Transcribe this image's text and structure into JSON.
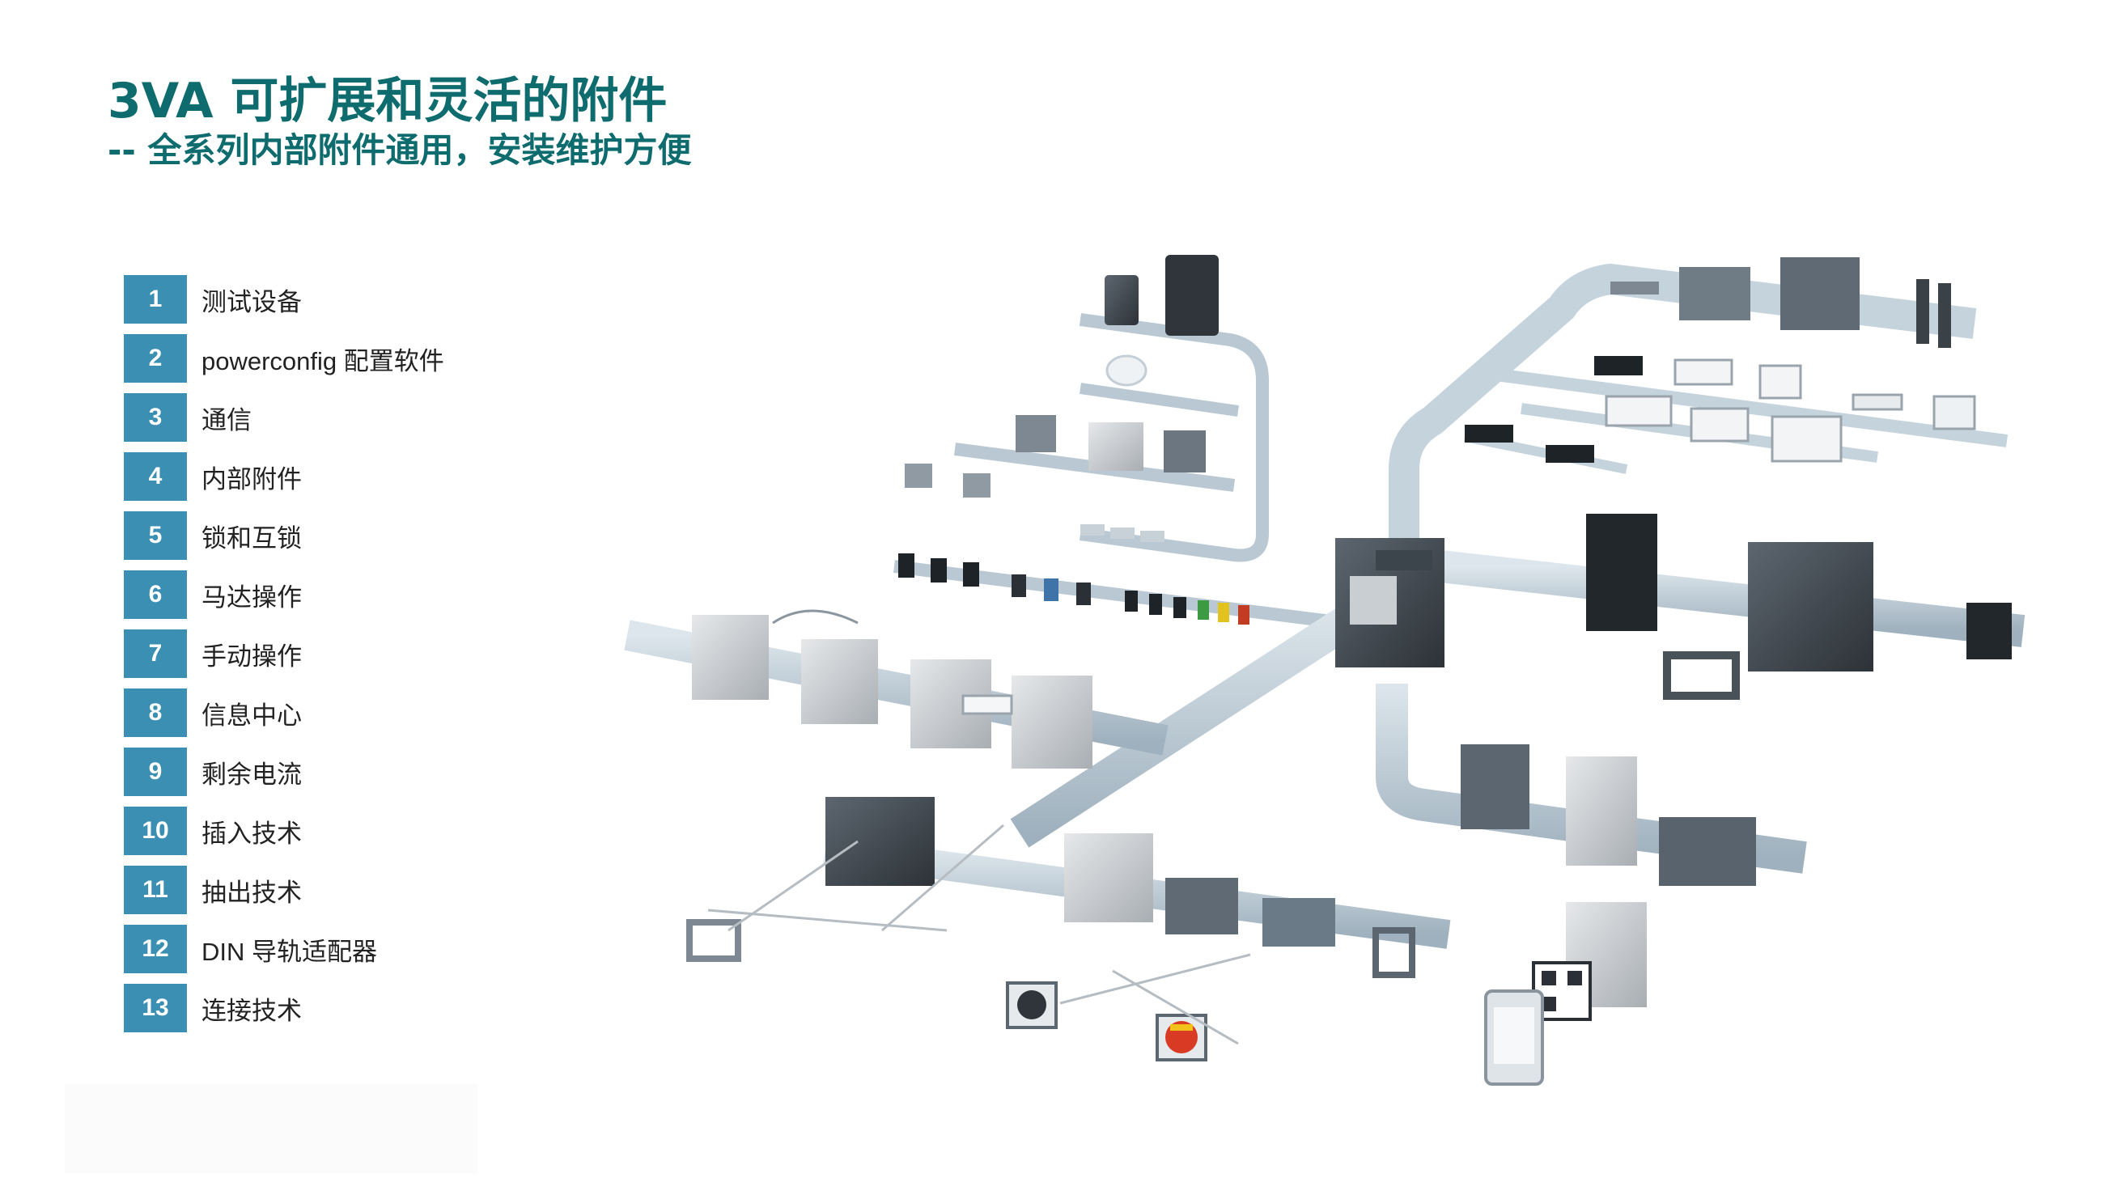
{
  "title": "3VA 可扩展和灵活的附件",
  "subtitle": "-- 全系列内部附件通用，安装维护方便",
  "accent_color": "#0e6b6e",
  "badge_color": "#3a8fb2",
  "legend": [
    {
      "number": "1",
      "label": "测试设备"
    },
    {
      "number": "2",
      "label": "powerconfig  配置软件"
    },
    {
      "number": "3",
      "label": "通信"
    },
    {
      "number": "4",
      "label": "内部附件"
    },
    {
      "number": "5",
      "label": "锁和互锁"
    },
    {
      "number": "6",
      "label": "马达操作"
    },
    {
      "number": "7",
      "label": "手动操作"
    },
    {
      "number": "8",
      "label": "信息中心"
    },
    {
      "number": "9",
      "label": "剩余电流"
    },
    {
      "number": "10",
      "label": "插入技术"
    },
    {
      "number": "11",
      "label": "抽出技术"
    },
    {
      "number": "12",
      "label": "DIN 导轨适配器"
    },
    {
      "number": "13",
      "label": "连接技术"
    }
  ]
}
